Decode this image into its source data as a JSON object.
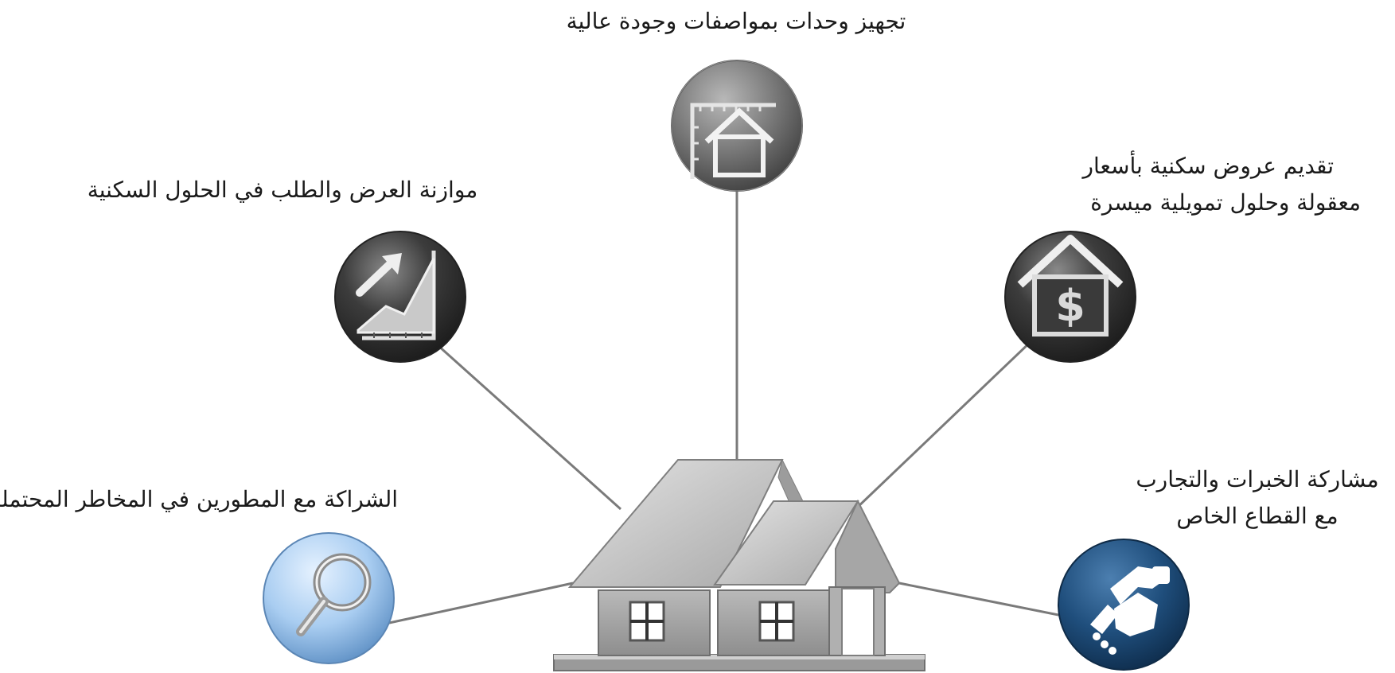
{
  "colors": {
    "connector": "#7a7a7a",
    "dark_circle": "#2f2f2f",
    "grey_circle": "#777777",
    "light_blue_circle": "#a9cdf1",
    "navy_circle": "#1f4e7c",
    "house_roof": "#bdbdbd",
    "house_wall": "#9c9c9c"
  },
  "nodes": [
    {
      "id": "top",
      "icon": "house-ruler-icon",
      "style": "grey",
      "label_lines": [
        "تجهيز وحدات بمواصفات وجودة عالية"
      ]
    },
    {
      "id": "upper-left",
      "icon": "growth-chart-icon",
      "style": "dark",
      "label_lines": [
        "موازنة العرض والطلب في الحلول السكنية"
      ]
    },
    {
      "id": "upper-right",
      "icon": "house-dollar-icon",
      "style": "dark",
      "label_lines": [
        "تقديم عروض سكنية بأسعار",
        "معقولة وحلول تمويلية ميسرة"
      ]
    },
    {
      "id": "lower-left",
      "icon": "magnifier-icon",
      "style": "light-blue",
      "label_lines": [
        "الشراكة مع المطورين في المخاطر المحتملة"
      ]
    },
    {
      "id": "lower-right",
      "icon": "handshake-icon",
      "style": "navy",
      "label_lines": [
        "مشاركة الخبرات والتجارب",
        "مع القطاع الخاص"
      ]
    }
  ]
}
